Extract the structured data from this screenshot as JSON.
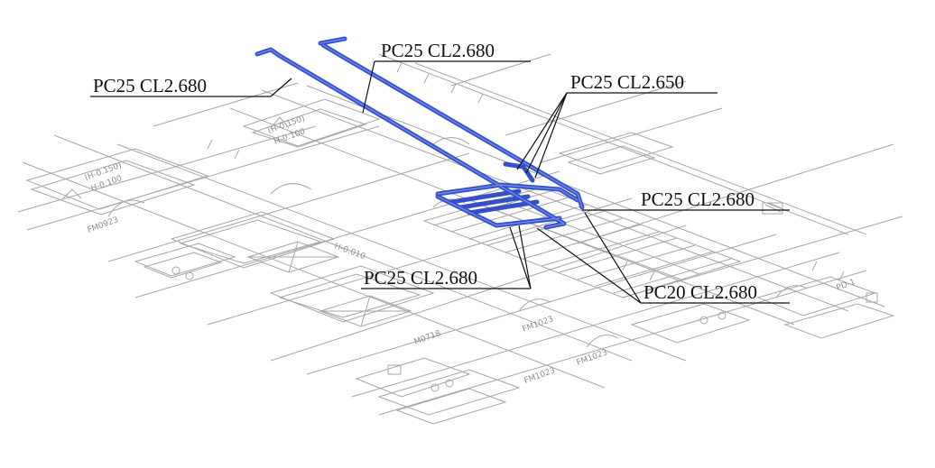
{
  "colors": {
    "background": "#ffffff",
    "floorplan": "#a6a6a6",
    "floorplan_dark": "#8c8c8c",
    "pipe": "#3350c8",
    "pipe_core": "#6f86e6",
    "leader": "#111111"
  },
  "callouts": [
    {
      "id": "c1",
      "label": "PC25 CL2.680"
    },
    {
      "id": "c2",
      "label": "PC25 CL2.680"
    },
    {
      "id": "c3",
      "label": "PC25 CL2.650"
    },
    {
      "id": "c4",
      "label": "PC25 CL2.680"
    },
    {
      "id": "c5",
      "label": "PC25 CL2.680"
    },
    {
      "id": "c6",
      "label": "PC20 CL2.680"
    }
  ],
  "floorplan_labels": {
    "level_a": "(H-0.150)",
    "level_b": "H-0.100",
    "level_c": "(H-0.150)",
    "level_d": "H-0.100",
    "level_e": "H-0.010",
    "door_1": "FM0923",
    "door_2": "FM1023",
    "door_3": "FM1023",
    "door_4": "FM1023",
    "door_5": "M0718",
    "room_1": "PD-1"
  }
}
